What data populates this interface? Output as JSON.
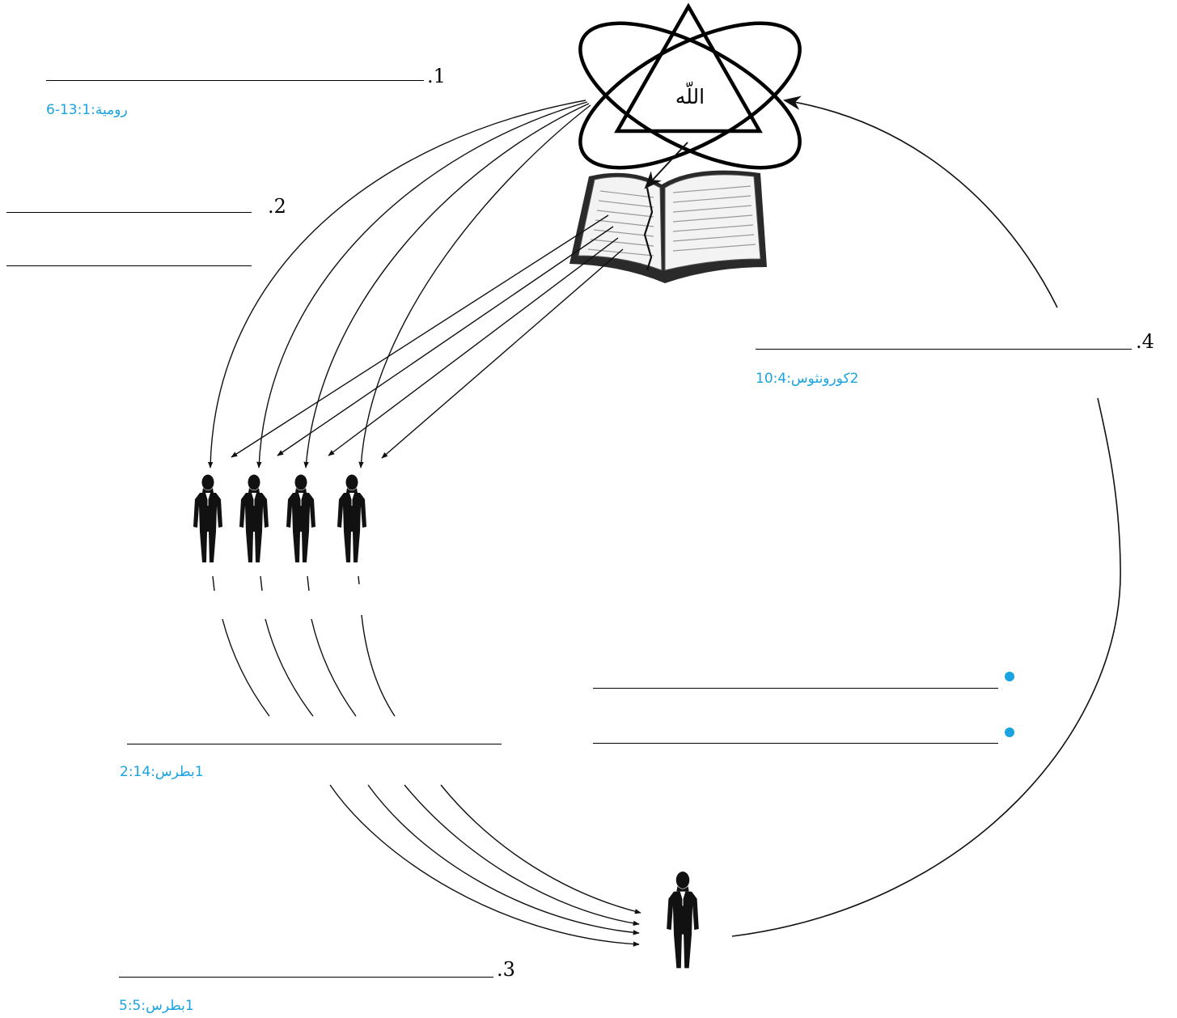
{
  "colors": {
    "ink": "#000000",
    "accent": "#1aa3e0",
    "page": "#ffffff"
  },
  "god": {
    "label": "اللّه",
    "icon": "trinity-atom-icon"
  },
  "book": {
    "icon": "open-bible-icon"
  },
  "person_icon": "person-silhouette-icon",
  "steps": [
    {
      "number": ".1",
      "reference": "رومية:13:1-6"
    },
    {
      "number": ".2",
      "reference": ""
    },
    {
      "number": ".3",
      "reference": "1بطرس:5:5"
    },
    {
      "number": ".4",
      "reference": "2كورونثوس:10:4"
    }
  ],
  "middle": {
    "reference": "1بطرس:2:14"
  },
  "bullets": [
    "•",
    "•"
  ]
}
